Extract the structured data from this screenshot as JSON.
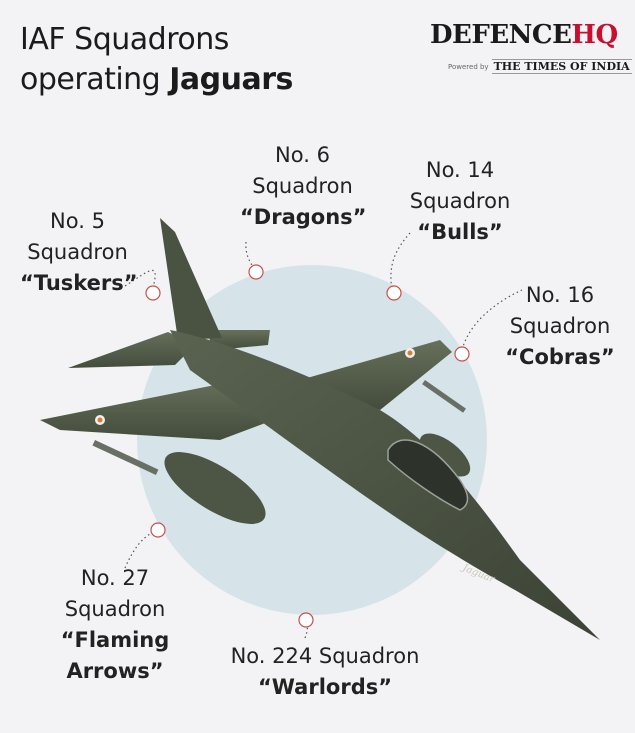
{
  "title": {
    "line1": "IAF Squadrons",
    "line2_prefix": "operating ",
    "line2_bold": "Jaguars"
  },
  "logo": {
    "main": "DEFENCE",
    "accent": "HQ",
    "powered": "Powered by",
    "sub": "THE TIMES OF INDIA"
  },
  "colors": {
    "accent": "#c8102e",
    "circle": "#d6e4ea",
    "jet": "#4b5443",
    "marker": "#c8504a"
  },
  "squadrons": [
    {
      "number": "No. 5",
      "unit": "Squadron",
      "name": "“Tuskers”"
    },
    {
      "number": "No. 6",
      "unit": "Squadron",
      "name": "“Dragons”"
    },
    {
      "number": "No. 14",
      "unit": "Squadron",
      "name": "“Bulls”"
    },
    {
      "number": "No. 16",
      "unit": "Squadron",
      "name": "“Cobras”"
    },
    {
      "number": "No. 27",
      "unit": "Squadron",
      "name1": "“Flaming",
      "name2": "Arrows”"
    },
    {
      "number": "No. 224 Squadron",
      "name": "“Warlords”"
    }
  ],
  "jet": {
    "marking": "Jaguar"
  }
}
